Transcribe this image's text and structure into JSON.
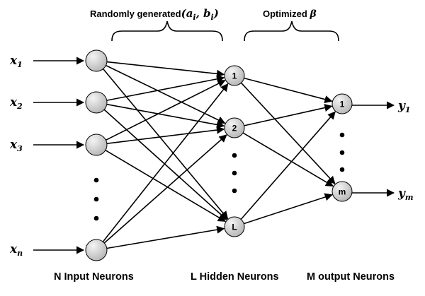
{
  "annotations": {
    "random_prefix": "Randomly generated",
    "random_params": "(a",
    "random_sub_i1": "i",
    "random_mid": ", b",
    "random_sub_i2": "i",
    "random_close": ")",
    "optimized_prefix": "Optimized ",
    "optimized_symbol": "β"
  },
  "inputs": [
    {
      "base": "x",
      "sub": "1"
    },
    {
      "base": "x",
      "sub": "2"
    },
    {
      "base": "x",
      "sub": "3"
    },
    {
      "base": "x",
      "sub": "n"
    }
  ],
  "hidden_nodes": [
    "1",
    "2",
    "L"
  ],
  "output_nodes": [
    "1",
    "m"
  ],
  "outputs": [
    {
      "base": "y",
      "sub": "1"
    },
    {
      "base": "y",
      "sub": "m"
    }
  ],
  "layer_labels": {
    "input": "N Input Neurons",
    "hidden": "L Hidden Neurons",
    "output": "M output Neurons"
  },
  "colors": {
    "node_fill_light": "#f2f2f2",
    "node_fill_dark": "#b8b8b8",
    "stroke": "#000000"
  }
}
